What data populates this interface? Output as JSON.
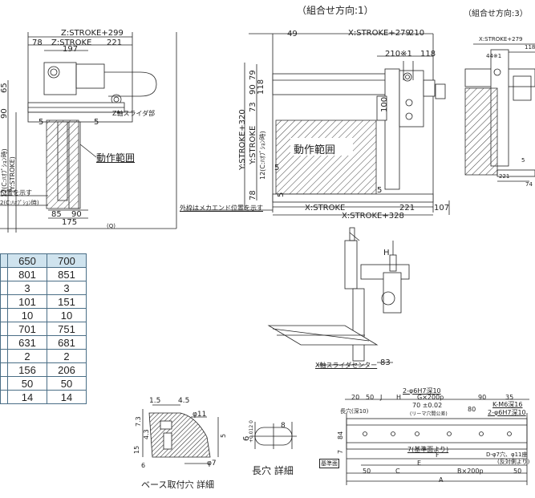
{
  "titles": {
    "combo1": "（組合せ方向:1）",
    "combo3": "（組合せ方向:3）"
  },
  "left_view": {
    "dim_total": "Z:STROKE+299",
    "dim_78": "78",
    "dim_zstroke": "Z:STROKE",
    "dim_221": "221",
    "dim_197": "197",
    "dim_65": "65",
    "dim_90": "90",
    "dim_12c": "12(C:ﾊｵﾌﾟｼｮﾝ時)",
    "dim_ystroke": "(Y:STROKE)",
    "dim_5a": "5",
    "dim_5b": "5",
    "slider_label": "Z軸スライダ部",
    "range_label": "動作範囲",
    "pos_note": "位置を示す",
    "c_option": "2(C:ﾊｵﾌﾟｼｮﾝ時)",
    "dim_85": "85",
    "dim_90b": "90",
    "dim_175": "175",
    "dim_q": "(Q)"
  },
  "center_view": {
    "dim_49": "49",
    "dim_xtop": "X:STROKE+279",
    "dim_210": "210",
    "dim_210s": "210※1",
    "dim_118": "118",
    "dim_ystroke320": "Y:STROKE+320",
    "dim_79": "79",
    "dim_90": "90",
    "dim_73": "73",
    "dim_118b": "118",
    "dim_ystroke": "Y:STROKE",
    "dim_12c": "12(C:ﾊｵﾌﾟｼｮﾝ時)",
    "dim_5": "5",
    "dim_100": "100",
    "dim_78": "78",
    "dim_5b": "5",
    "dim_5c": "5",
    "range_label": "動作範囲",
    "outer_note": "外枠はメカエンド位置を示す",
    "dim_xstroke": "X:STROKE",
    "dim_221": "221",
    "dim_107": "107",
    "dim_xbottom": "X:STROKE+328"
  },
  "right_view": {
    "dim_xtop": "X:STROKE+279",
    "dim_118": "118",
    "dim_44": "44※1",
    "dim_221": "221",
    "dim_74": "74",
    "dim_5": "5"
  },
  "iso_view": {
    "h_label": "H",
    "x_slider": "X軸スライダセンター",
    "dim_83": "83"
  },
  "details": {
    "d_15": "1.5",
    "d_45": "4.5",
    "d_73": "7.3",
    "d_43": "4.3",
    "d_phi11": "φ11",
    "d_15b": "15",
    "d_5": "5",
    "d_6": "6",
    "d_phi7": "φ7",
    "base_caption": "ベース取付穴 詳細",
    "slot_dim": "6",
    "slot_tol": "+0.012 0",
    "slot_8": "8",
    "slot_caption": "長穴 詳細"
  },
  "bottom_view": {
    "h1": "2-φ6H7深10",
    "d20": "20",
    "d50": "50",
    "dJ": "J",
    "dH": "H",
    "dG": "G×200p",
    "d90": "90",
    "d35": "35",
    "k_m6": "K-M6深16",
    "slot_long": "長穴(深10)",
    "d70": "70 ±0.02",
    "reamer": "(リーマ穴間公差)",
    "d80": "80",
    "h2": "2-φ6H7深10",
    "d84": "84",
    "d7": "7",
    "d_ref": "7(基準面より)",
    "dF": "F",
    "dE": "E",
    "d50b": "50",
    "dC": "C",
    "dB": "B×200p",
    "d50c": "50",
    "dA": "A",
    "datum": "基準面",
    "holes": "D-φ7穴、φ11座",
    "reverse": "(反対側より)"
  },
  "table": {
    "rows": [
      [
        "650",
        "700"
      ],
      [
        "801",
        "851"
      ],
      [
        "3",
        "3"
      ],
      [
        "101",
        "151"
      ],
      [
        "10",
        "10"
      ],
      [
        "701",
        "751"
      ],
      [
        "631",
        "681"
      ],
      [
        "2",
        "2"
      ],
      [
        "156",
        "206"
      ],
      [
        "50",
        "50"
      ],
      [
        "14",
        "14"
      ]
    ]
  }
}
